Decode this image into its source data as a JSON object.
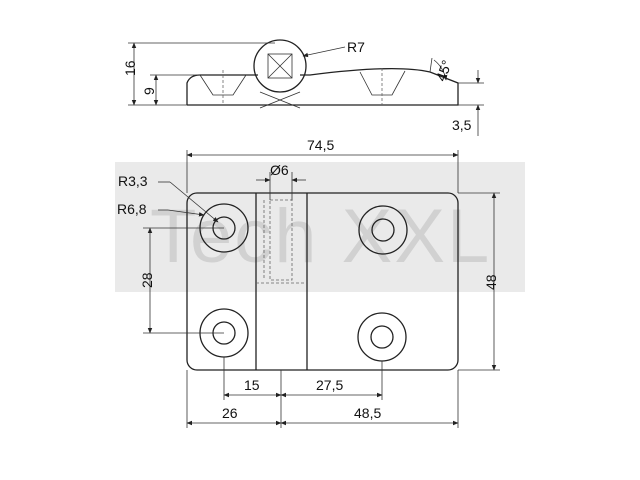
{
  "watermark": {
    "text": "Tech XXL"
  },
  "dimensions": {
    "height_total": "16",
    "height_leaf": "9",
    "knuckle_radius": "R7",
    "chamfer_angle": "45°",
    "thickness": "3,5",
    "overall_width": "74,5",
    "pin_diameter": "Ø6",
    "hole_radius": "R3,3",
    "counterbore_radius": "R6,8",
    "hole_vertical_spacing": "28",
    "overall_height": "48",
    "offset_15": "15",
    "spacing_27_5": "27,5",
    "left_26": "26",
    "right_48_5": "48,5"
  }
}
